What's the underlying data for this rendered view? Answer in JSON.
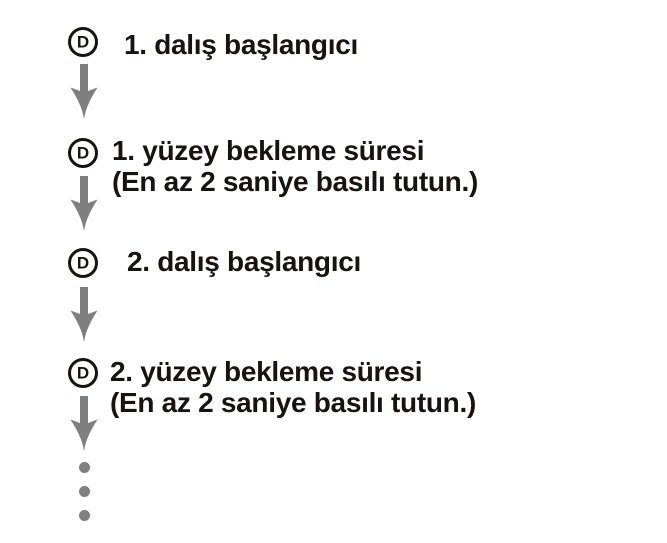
{
  "diagram": {
    "button_label": "D",
    "steps": [
      {
        "label": "1. dalış başlangıcı",
        "note": ""
      },
      {
        "label": "1. yüzey bekleme süresi",
        "note": "(En az 2 saniye basılı tutun.)"
      },
      {
        "label": "2. dalış başlangıcı",
        "note": ""
      },
      {
        "label": "2. yüzey bekleme süresi",
        "note": "(En az 2 saniye basılı tutun.)"
      }
    ],
    "continuation": "…",
    "colors": {
      "text": "#181210",
      "arrow": "#7f7f7f"
    }
  }
}
